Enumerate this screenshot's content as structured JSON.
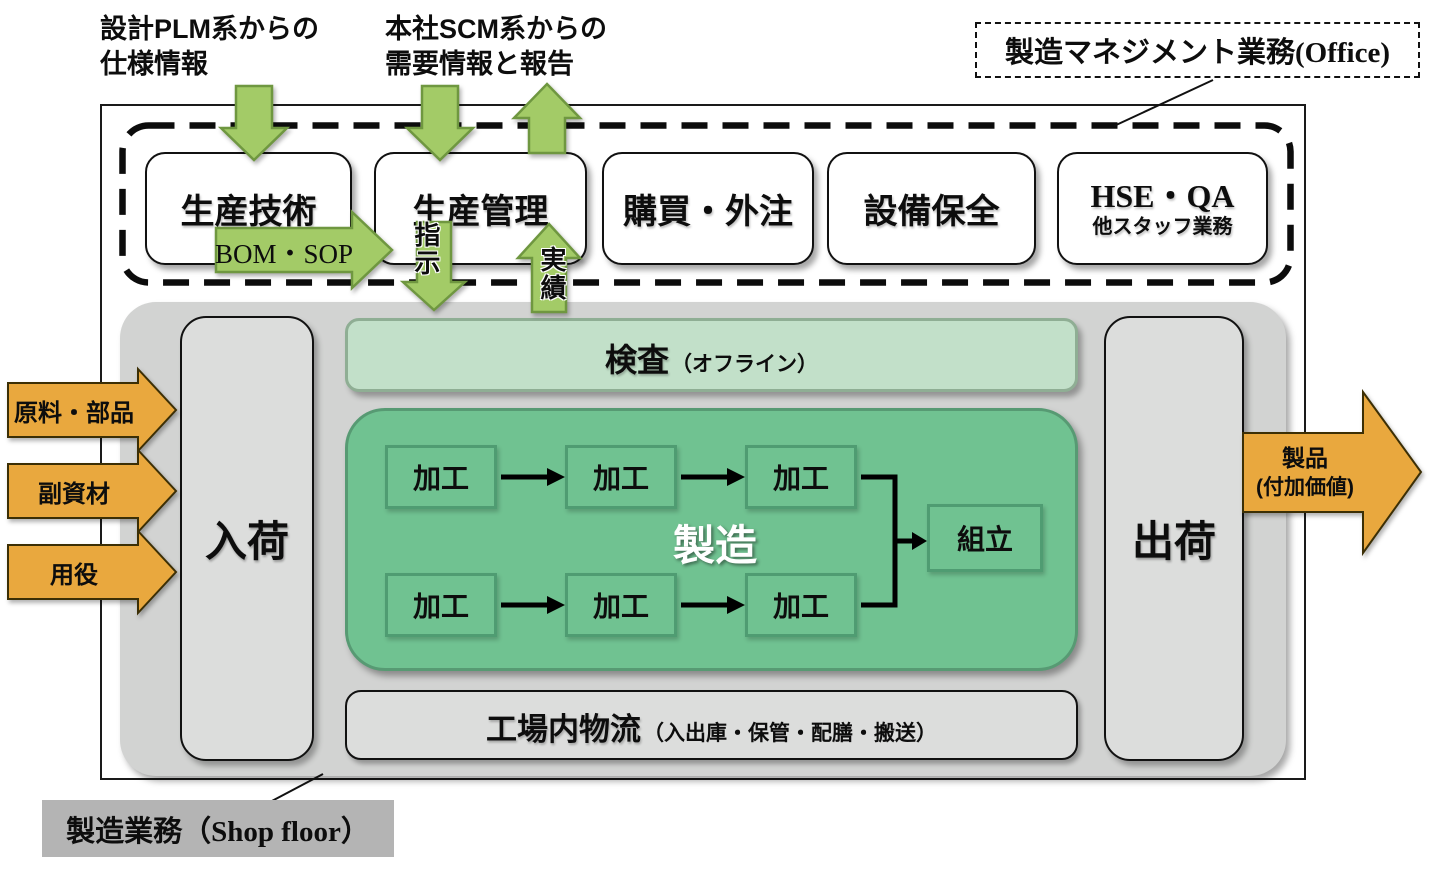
{
  "annotations": {
    "plm_line1": "設計PLM系からの",
    "plm_line2": "仕様情報",
    "scm_line1": "本社SCM系からの",
    "scm_line2": "需要情報と報告"
  },
  "office": {
    "label": "製造マネジメント業務(Office)",
    "boxes": [
      {
        "label": "生産技術"
      },
      {
        "label": "生産管理"
      },
      {
        "label": "購買・外注"
      },
      {
        "label": "設備保全"
      }
    ],
    "hse": {
      "title": "HSE・QA",
      "subtitle": "他スタッフ業務"
    }
  },
  "flows": {
    "bom_sop": "BOM・SOP",
    "instruction": "指示",
    "results": "実績"
  },
  "inputs": [
    {
      "label": "原料・部品"
    },
    {
      "label": "副資材"
    },
    {
      "label": "用役"
    }
  ],
  "output": {
    "line1": "製品",
    "line2": "(付加価値)"
  },
  "shopfloor": {
    "label": "製造業務（Shop floor）",
    "receiving": "入荷",
    "shipping": "出荷",
    "inspection": "検査",
    "inspection_note": "（オフライン）",
    "manufacturing": "製造",
    "process": "加工",
    "assembly": "組立",
    "logistics": "工場内物流",
    "logistics_note": "（入出庫・保管・配膳・搬送）"
  },
  "colors": {
    "green_arrow": "#a3cb67",
    "green_arrow_border": "#6f9740",
    "manufacturing_green": "#70c291",
    "manufacturing_border": "#579a73",
    "inspection_green": "#c2e0c9",
    "inspection_border": "#8fae94",
    "input_orange": "#e9a83e",
    "gray_container": "#d2d3d2",
    "gray_box": "#dcdddc",
    "label_gray": "#b4b4b4"
  }
}
